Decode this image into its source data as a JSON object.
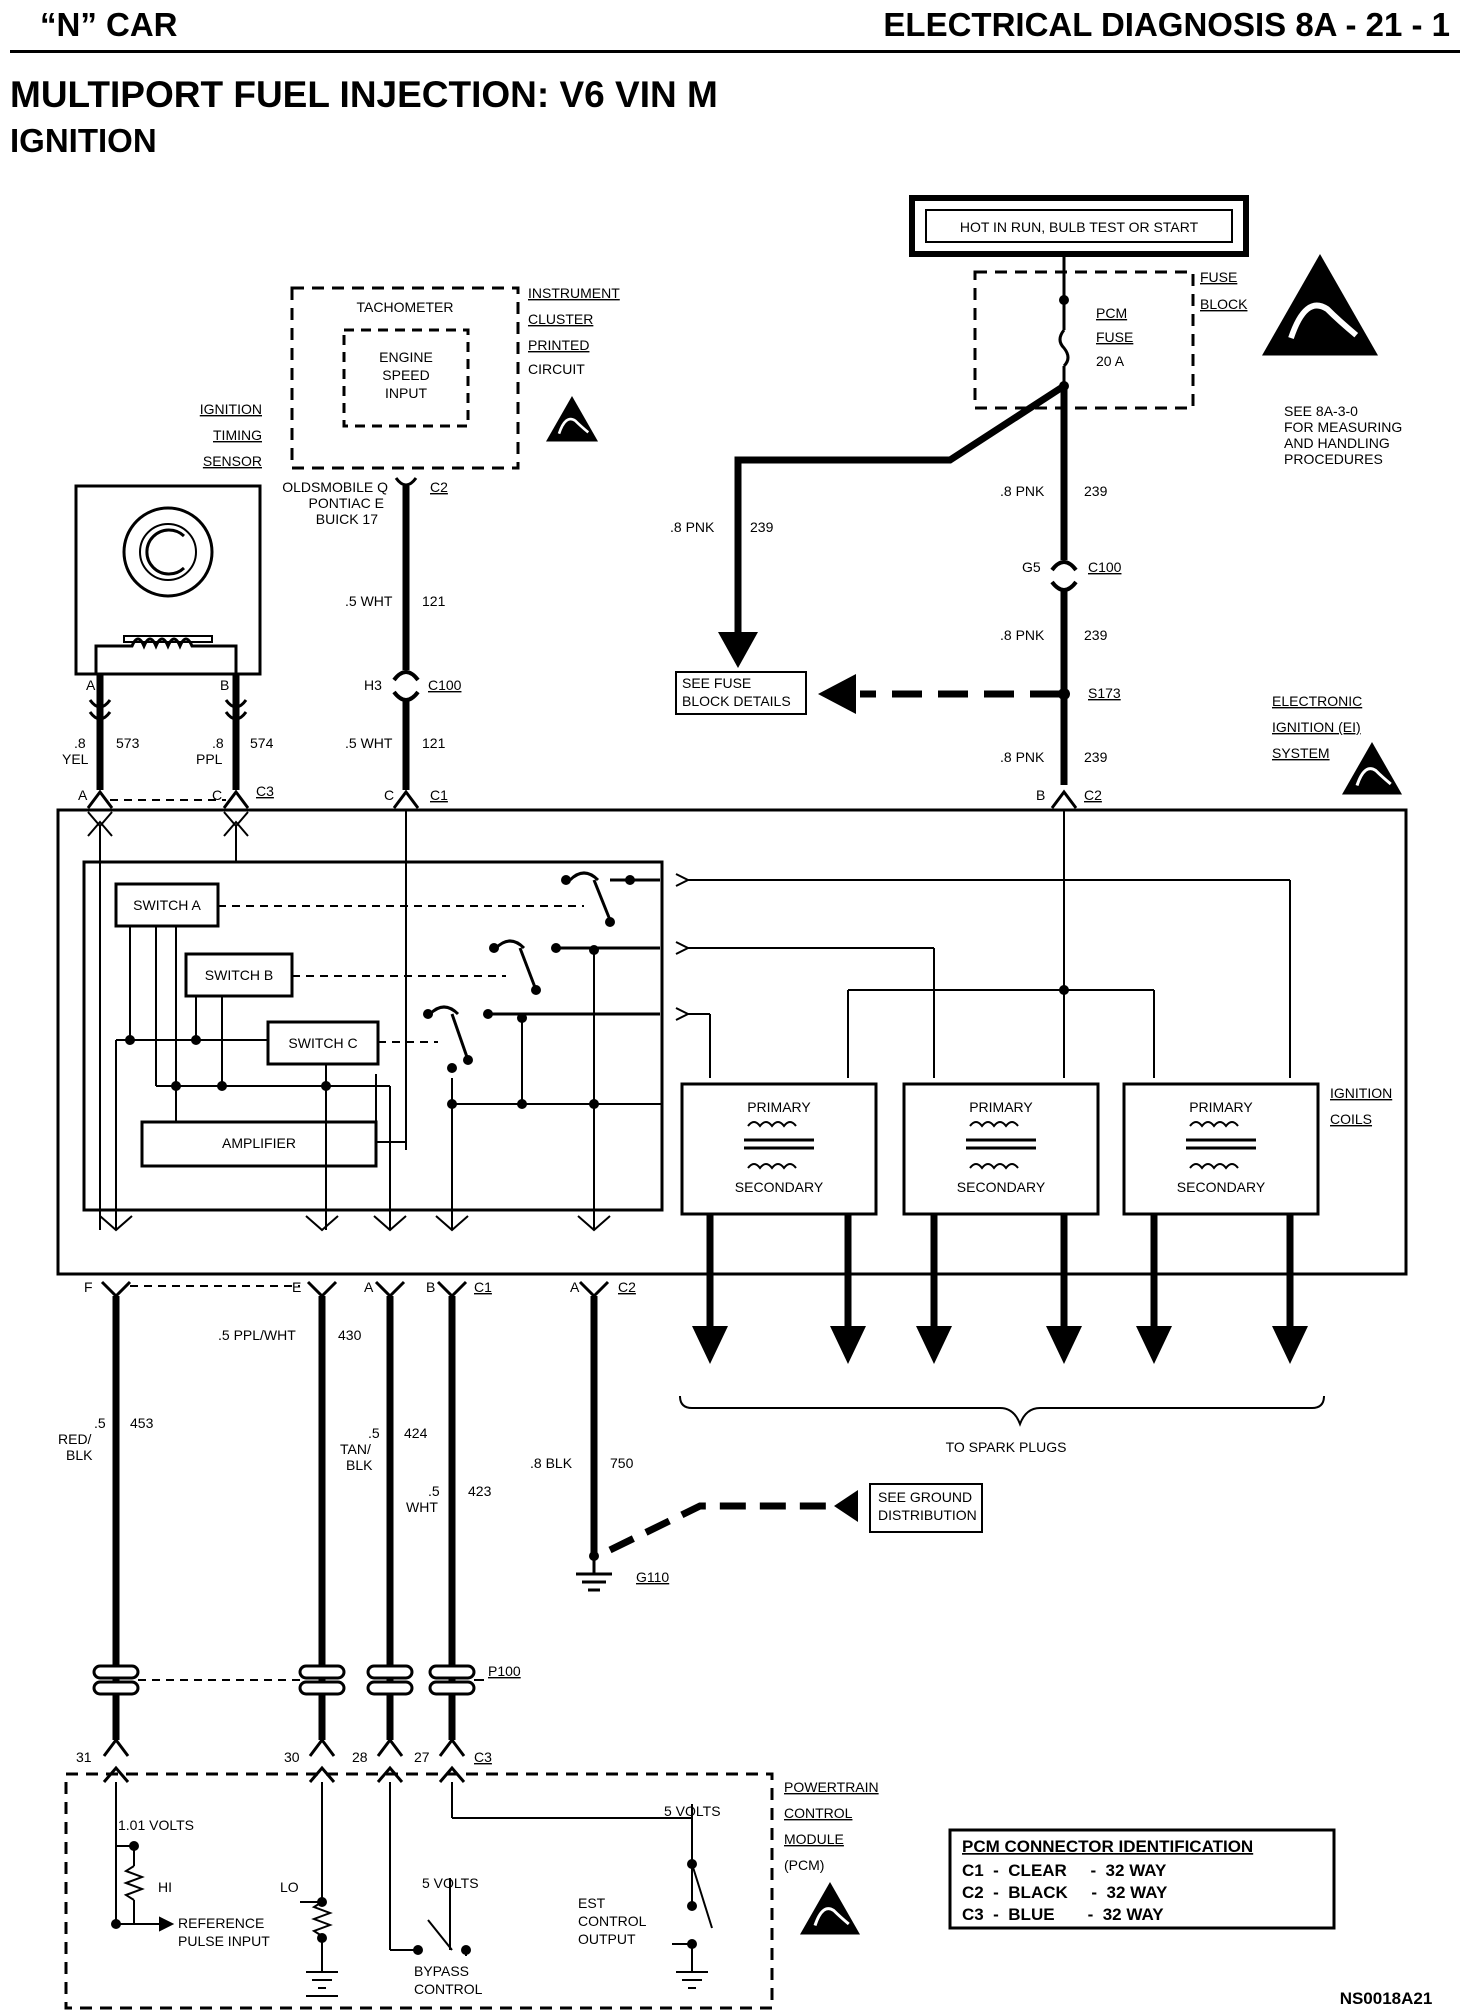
{
  "header": {
    "left": "“N” CAR",
    "right": "ELECTRICAL DIAGNOSIS  8A - 21 - 1"
  },
  "title": {
    "line1": "MULTIPORT FUEL INJECTION: V6 VIN M",
    "line2": "IGNITION"
  },
  "power": {
    "hot_box": "HOT IN RUN, BULB TEST OR START",
    "fuse_block": [
      "FUSE",
      "BLOCK"
    ],
    "pcm_fuse": [
      "PCM",
      "FUSE",
      "20 A"
    ],
    "esd_note": [
      "SEE 8A-3-0",
      "FOR MEASURING",
      "AND HANDLING",
      "PROCEDURES"
    ],
    "see_fuse_details": [
      "SEE FUSE",
      "BLOCK DETAILS"
    ],
    "wire_left": {
      "gauge": ".8 PNK",
      "circuit": "239"
    },
    "wire_top": {
      "gauge": ".8 PNK",
      "circuit": "239"
    },
    "connector_c100": {
      "pin": "G5",
      "name": "C100"
    },
    "wire_mid": {
      "gauge": ".8 PNK",
      "circuit": "239"
    },
    "splice": "S173",
    "wire_bottom": {
      "gauge": ".8 PNK",
      "circuit": "239"
    },
    "c2_pin": "B",
    "c2_name": "C2"
  },
  "cluster": {
    "tachometer": "TACHOMETER",
    "engine_speed_input": [
      "ENGINE",
      "SPEED",
      "INPUT"
    ],
    "label": [
      "INSTRUMENT",
      "CLUSTER",
      "PRINTED",
      "CIRCUIT"
    ],
    "pins": [
      "OLDSMOBILE Q",
      "PONTIAC E",
      "BUICK 17"
    ],
    "connector": "C2",
    "wire_top": {
      "gauge": ".5 WHT",
      "circuit": "121"
    },
    "c100": {
      "pin": "H3",
      "name": "C100"
    },
    "wire_bottom": {
      "gauge": ".5 WHT",
      "circuit": "121"
    },
    "c1_pin": "C",
    "c1_name": "C1"
  },
  "sensor": {
    "label": [
      "IGNITION",
      "TIMING",
      "SENSOR"
    ],
    "pin_a": "A",
    "pin_b": "B",
    "wire_a": {
      "gauge": ".8",
      "color": "YEL",
      "circuit": "573"
    },
    "wire_b": {
      "gauge": ".8",
      "color": "PPL",
      "circuit": "574"
    },
    "c3_pin_a": "A",
    "c3_pin_c": "C",
    "c3_name": "C3"
  },
  "ei": {
    "label": [
      "ELECTRONIC",
      "IGNITION (EI)",
      "SYSTEM"
    ],
    "switch_a": "SWITCH A",
    "switch_b": "SWITCH B",
    "switch_c": "SWITCH C",
    "amplifier": "AMPLIFIER",
    "primary": "PRIMARY",
    "secondary": "SECONDARY",
    "coils_label": [
      "IGNITION",
      "COILS"
    ],
    "spark_plugs": "TO SPARK PLUGS"
  },
  "bottom_connectors": {
    "c1_pins": [
      "F",
      "E",
      "A",
      "B"
    ],
    "c1_name": "C1",
    "c2_pin": "A",
    "c2_name": "C2"
  },
  "wires": {
    "w453": {
      "gauge": ".5",
      "color": [
        "RED/",
        "BLK"
      ],
      "circuit": "453"
    },
    "w430": {
      "gauge": ".5 PPL/WHT",
      "circuit": "430"
    },
    "w424": {
      "gauge": ".5",
      "color": [
        "TAN/",
        "BLK"
      ],
      "circuit": "424"
    },
    "w423": {
      "gauge": ".5",
      "color": "WHT",
      "circuit": "423"
    },
    "w750": {
      "gauge": ".8 BLK",
      "circuit": "750"
    }
  },
  "ground": {
    "name": "G110",
    "see_ground": [
      "SEE GROUND",
      "DISTRIBUTION"
    ]
  },
  "p100": "P100",
  "pcm": {
    "pins": [
      "31",
      "30",
      "28",
      "27"
    ],
    "connector": "C3",
    "label": [
      "POWERTRAIN",
      "CONTROL",
      "MODULE",
      "(PCM)"
    ],
    "volts_101": "1.01 VOLTS",
    "hi": "HI",
    "lo": "LO",
    "reference": [
      "REFERENCE",
      "PULSE INPUT"
    ],
    "five_volts_bypass": "5 VOLTS",
    "bypass": [
      "BYPASS",
      "CONTROL"
    ],
    "five_volts_est": "5 VOLTS",
    "est": [
      "EST",
      "CONTROL",
      "OUTPUT"
    ]
  },
  "connector_table": {
    "title": "PCM CONNECTOR IDENTIFICATION",
    "rows": [
      "C1  -  CLEAR     -  32 WAY",
      "C2  -  BLACK     -  32 WAY",
      "C3  -  BLUE       -  32 WAY"
    ]
  },
  "footer_code": "NS0018A21"
}
